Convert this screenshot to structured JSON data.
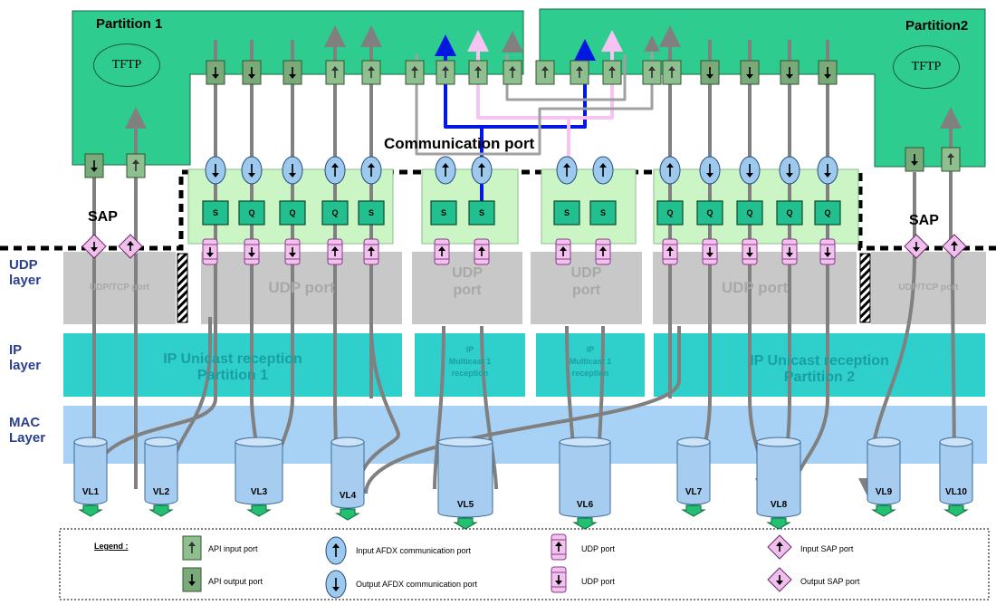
{
  "partitions": {
    "p1_title": "Partition 1",
    "p2_title": "Partition2",
    "tftp_label": "TFTP"
  },
  "labels": {
    "communication_port": "Communication port",
    "sap": "SAP",
    "udp_layer": "UDP\nlayer",
    "ip_layer": "IP\nlayer",
    "mac_layer": "MAC\nLayer"
  },
  "udp_boxes": {
    "left_small": "UDP/TCP  port",
    "left_main": "UDP port",
    "mid1": "UDP\nport",
    "mid2": "UDP\nport",
    "right_main": "UDP port",
    "right_small": "UDP/TCP  port"
  },
  "ip_boxes": {
    "left": "IP Unicast reception\nPartition 1",
    "mid1": "IP\nMulticast 1\nreception",
    "mid2": "IP\nMulticast 1\nreception",
    "right": "IP Unicast reception\nPartition 2"
  },
  "buffer_letters": [
    "S",
    "Q",
    "Q",
    "Q",
    "S",
    "S",
    "S",
    "S",
    "S",
    "Q",
    "Q",
    "Q",
    "Q",
    "Q"
  ],
  "vls": [
    "VL1",
    "VL2",
    "VL3",
    "VL4",
    "VL5",
    "VL6",
    "VL7",
    "VL8",
    "VL9",
    "VL10"
  ],
  "legend": {
    "title": "Legend :",
    "api_input": "API input port",
    "api_output": "API output port",
    "input_afdx": "Input AFDX communication port",
    "output_afdx": "Output  AFDX communication  port",
    "udp1": "UDP port",
    "udp2": "UDP  port",
    "input_sap": "Input  SAP port",
    "output_sap": "Output SAP  port"
  },
  "colors": {
    "partition_green": "#2ecc8f",
    "light_green": "#ccf5c6",
    "udp_gray": "#c8c8c8",
    "ip_teal": "#2fcfcc",
    "mac_blue": "#a8d2f5",
    "api_port": "#8fbf8f",
    "afdx_port": "#9ec9ef",
    "udp_pink": "#f2c2ec",
    "sap_pink": "#f0c0ec",
    "flow_gray": "#808080",
    "blue_flow": "#0018e0",
    "pink_flow": "#f7c3f2"
  }
}
